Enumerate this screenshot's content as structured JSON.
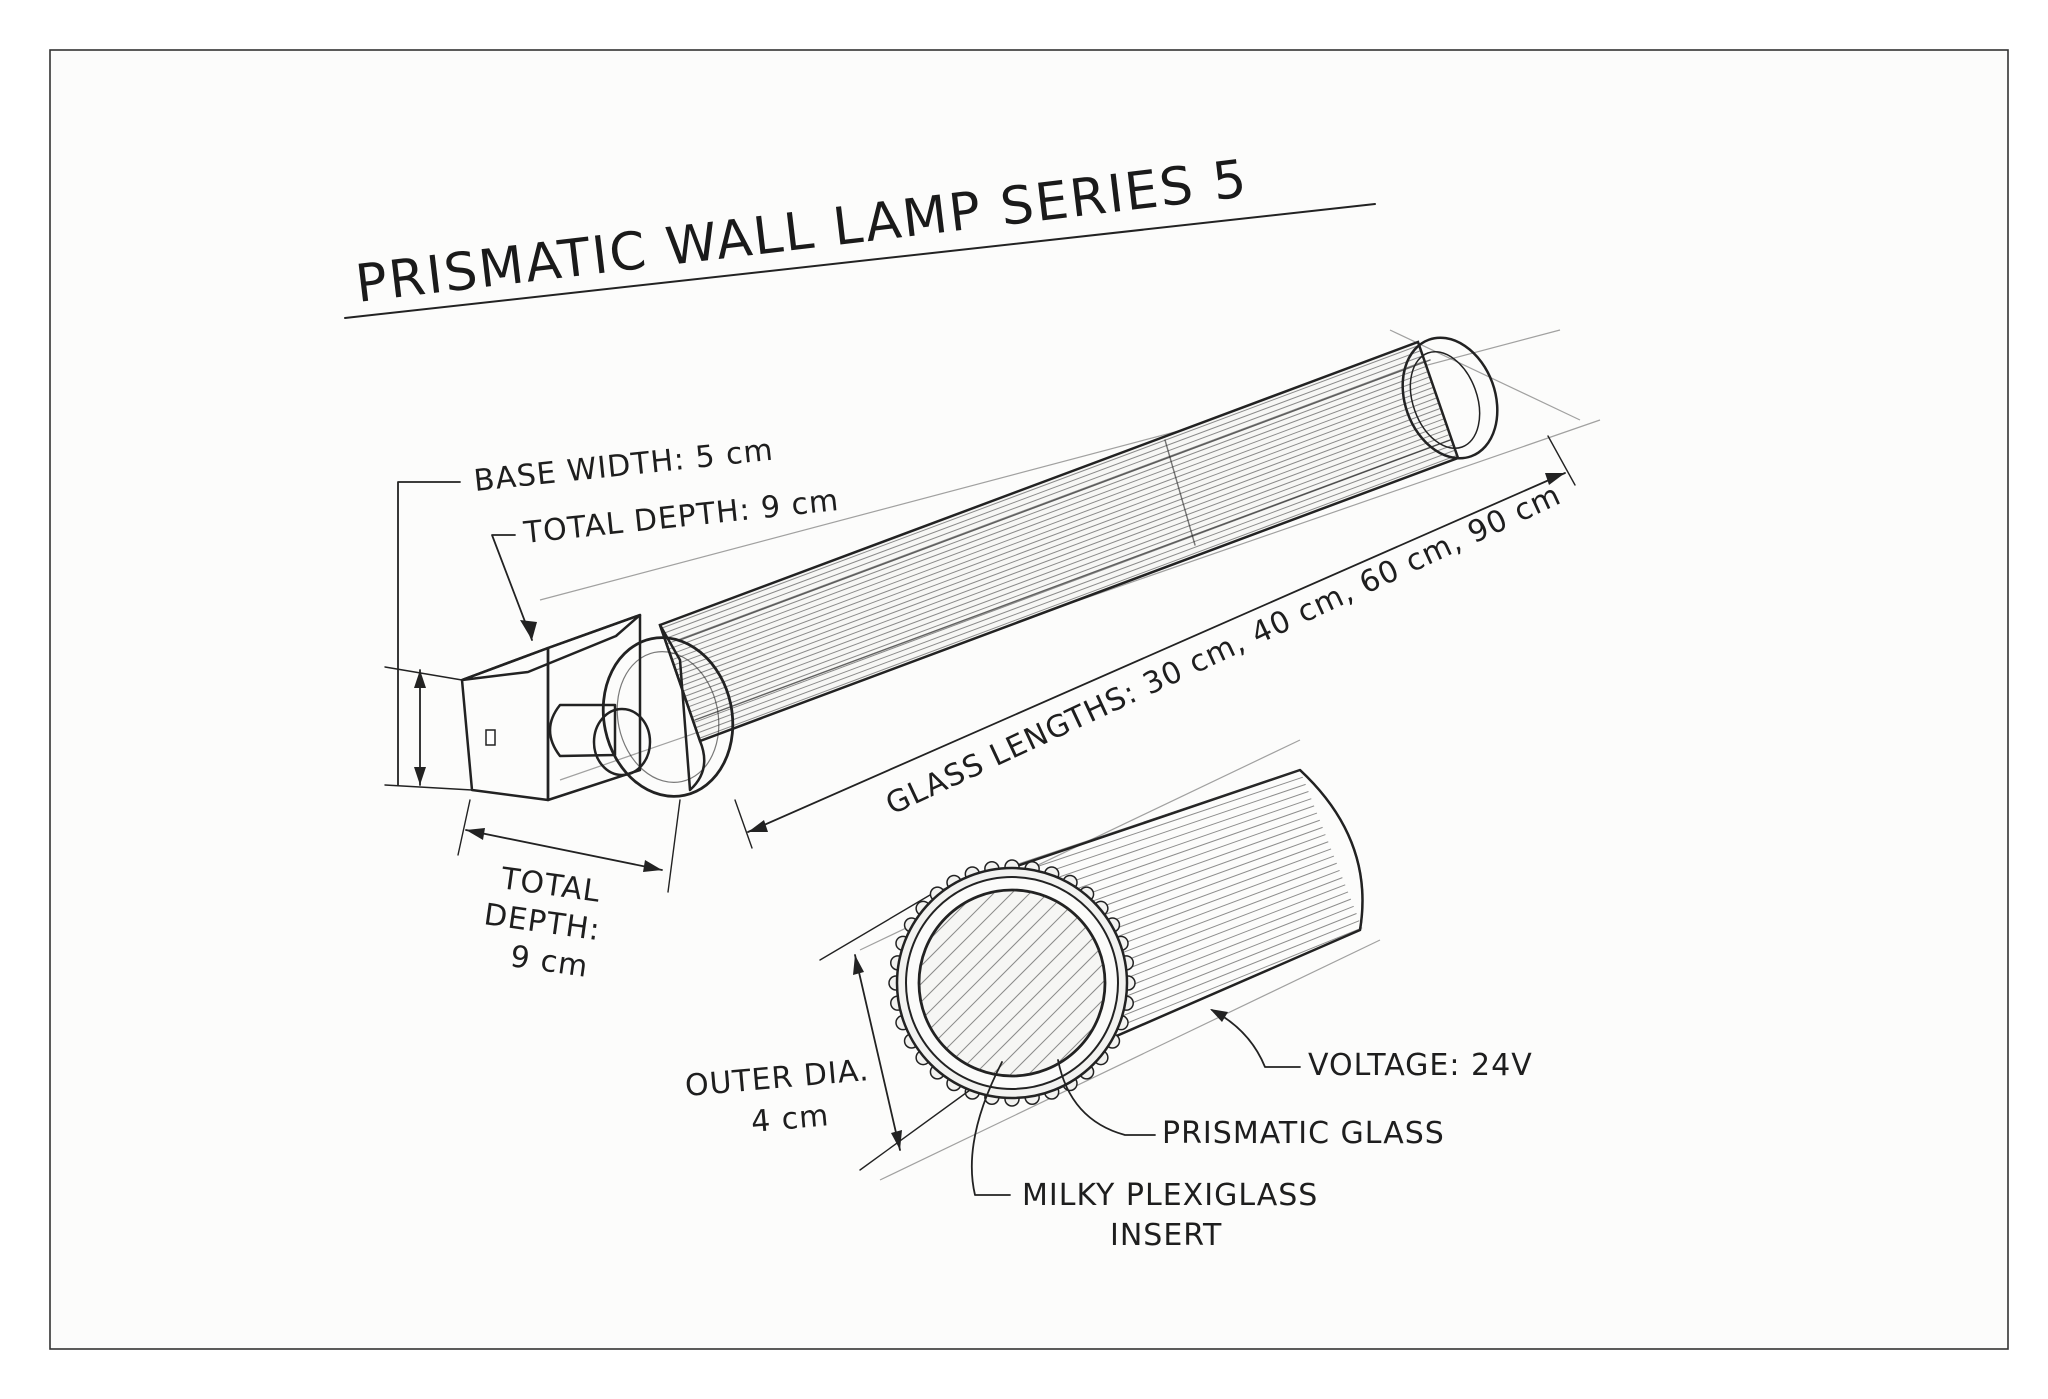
{
  "title": "PRISMATIC WALL LAMP SERIES 5",
  "labels": {
    "base_width": "BASE WIDTH: 5 cm",
    "total_depth_top": "TOTAL DEPTH: 9 cm",
    "total_depth_bottom": [
      "TOTAL",
      "DEPTH:",
      "9 cm"
    ],
    "glass_lengths": "GLASS LENGTHS: 30 cm, 40 cm, 60 cm, 90 cm",
    "outer_dia": [
      "OUTER DIA.",
      "4 cm"
    ],
    "voltage": "VOLTAGE: 24V",
    "prismatic_glass": "PRISMATIC GLASS",
    "milky_insert": [
      "MILKY PLEXIGLASS",
      "INSERT"
    ]
  },
  "colors": {
    "ink": "#222222",
    "paper": "#fcfcfb",
    "frame": "#333333"
  }
}
